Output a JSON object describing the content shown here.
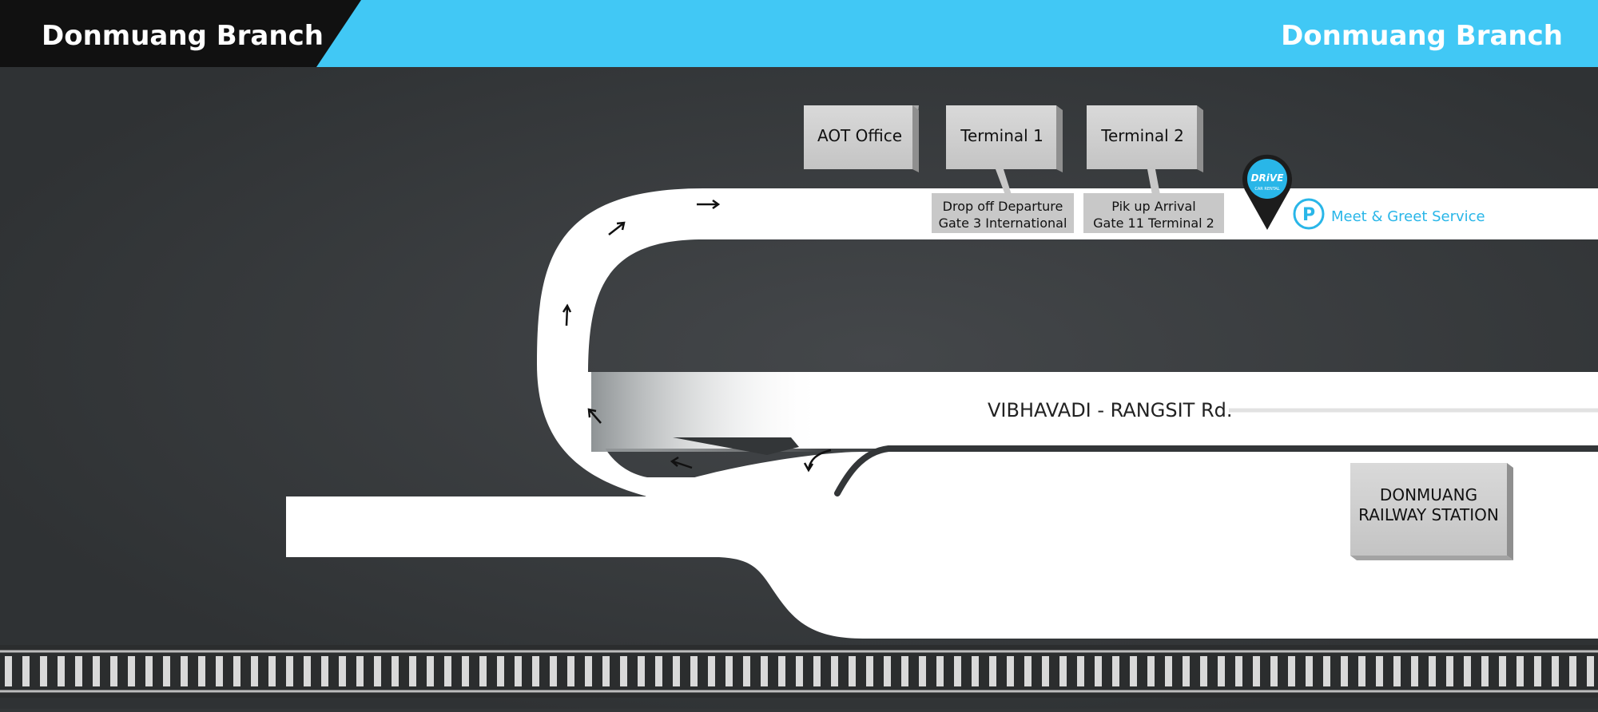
{
  "header": {
    "left_title": "Donmuang Branch",
    "right_title": "Donmuang Branch"
  },
  "buildings": {
    "aot_office": "AOT Office",
    "terminal_1": "Terminal 1",
    "terminal_2": "Terminal 2",
    "railway_station_line1": "DONMUANG",
    "railway_station_line2": "RAILWAY STATION"
  },
  "callouts": {
    "terminal_1_line1": "Drop off Departure",
    "terminal_1_line2": "Gate 3 International",
    "terminal_2_line1": "Pik up Arrival",
    "terminal_2_line2": "Gate 11 Terminal 2"
  },
  "marker": {
    "brand": "DRiVE",
    "sub": "CAR RENTAL",
    "parking_symbol": "P",
    "service_label": "Meet & Greet Service"
  },
  "road": {
    "name": "VIBHAVADI - RANGSIT Rd."
  },
  "colors": {
    "header_black": "#111111",
    "header_blue": "#41c8f5",
    "background": "#333638",
    "road": "#ffffff",
    "building": "#cfcfcf",
    "accent": "#29b6e8"
  },
  "icons": [
    "location-pin-icon",
    "parking-icon",
    "direction-arrow-icon",
    "railway-track"
  ]
}
